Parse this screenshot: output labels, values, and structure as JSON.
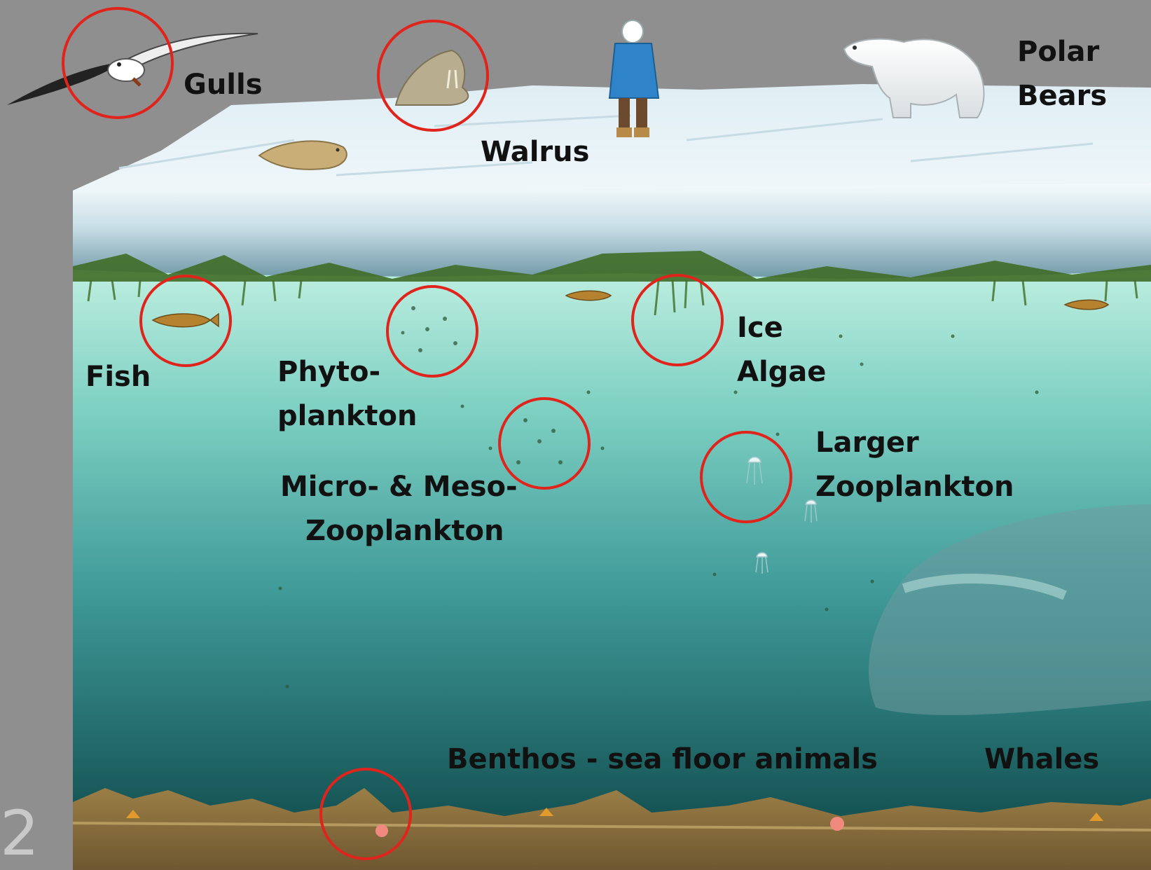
{
  "labels": {
    "gulls": "Gulls",
    "walrus": "Walrus",
    "polar_bears": [
      "Polar",
      "Bears"
    ],
    "fish": "Fish",
    "phytoplankton": [
      "Phyto-",
      "plankton"
    ],
    "ice_algae": [
      "Ice",
      "Algae"
    ],
    "micro_meso_zooplankton": [
      "Micro- & Meso-",
      "Zooplankton"
    ],
    "larger_zooplankton": [
      "Larger",
      "Zooplankton"
    ],
    "benthos": "Benthos - sea floor animals",
    "whales": "Whales"
  },
  "slide_number": "2",
  "colors": {
    "background": "#8f8f8f",
    "ice_top": "#e4f1f6",
    "ice_shadow": "#8fb4c2",
    "water_top": "#bfeee0",
    "water_mid": "#4fa9a5",
    "water_deep": "#0d4546",
    "seafloor": "#8a6f3e",
    "ice_algae": "#3f6d27",
    "highlight_circle": "#e0241b",
    "label_text": "#111111"
  }
}
